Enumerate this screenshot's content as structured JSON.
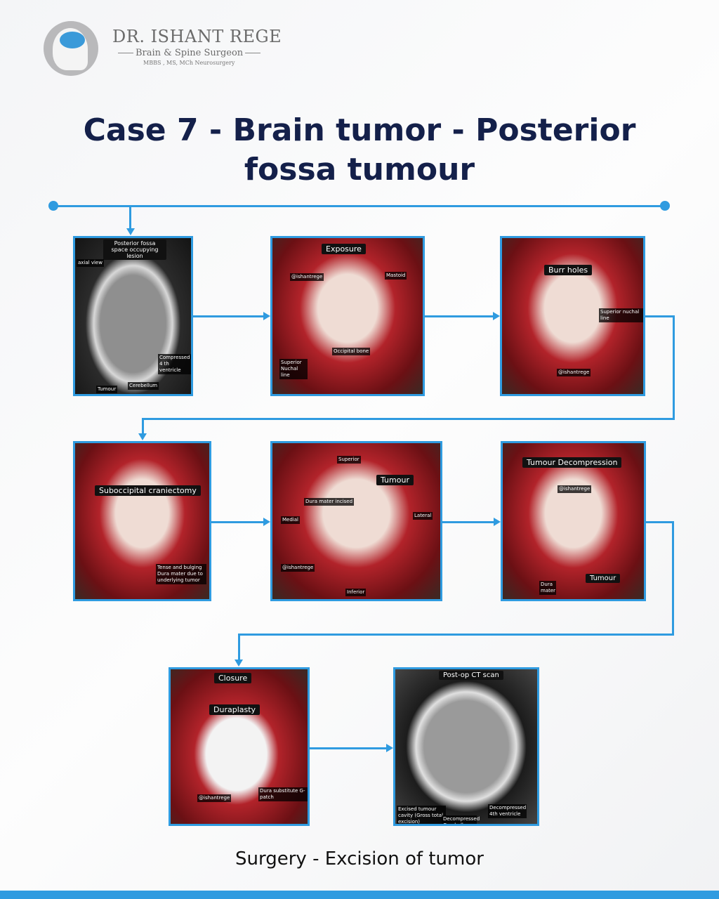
{
  "header": {
    "name": "DR. ISHANT REGE",
    "specialty": "Brain & Spine Surgeon",
    "degrees": "MBBS , MS, MCh Neurosurgery"
  },
  "title": "Case 7 - Brain tumor - Posterior fossa tumour",
  "caption": "Surgery - Excision of tumor",
  "colors": {
    "accent": "#2f9be0",
    "title": "#14204a"
  },
  "panels": [
    {
      "title": "Posterior fossa space occupying lesion",
      "labels": [
        "axial view",
        "Compressed 4 th ventricle",
        "Tumour",
        "Cerebellum"
      ]
    },
    {
      "title": "Exposure",
      "labels": [
        "@ishantrege",
        "Mastoid",
        "Superior Nuchal line",
        "Occipital bone"
      ]
    },
    {
      "title": "Burr holes",
      "labels": [
        "Superior nuchal line",
        "@ishantrege"
      ]
    },
    {
      "title": "Suboccipital craniectomy",
      "labels": [
        "Tense and bulging Dura mater due to underlying tumor"
      ]
    },
    {
      "title": "Tumour",
      "labels": [
        "Superior",
        "Dura mater incised",
        "Medial",
        "Lateral",
        "@ishantrege",
        "Inferior"
      ]
    },
    {
      "title": "Tumour Decompression",
      "labels": [
        "@ishantrege",
        "Dura mater",
        "Tumour"
      ]
    },
    {
      "title": "Closure",
      "labels": [
        "Duraplasty",
        "@ishantrege",
        "Dura substitute G-patch"
      ]
    },
    {
      "title": "Post-op CT scan",
      "labels": [
        "Excised tumour cavity (Gross total excision)",
        "Decompressed Cerebellum",
        "Decompressed 4th ventricle"
      ]
    }
  ]
}
